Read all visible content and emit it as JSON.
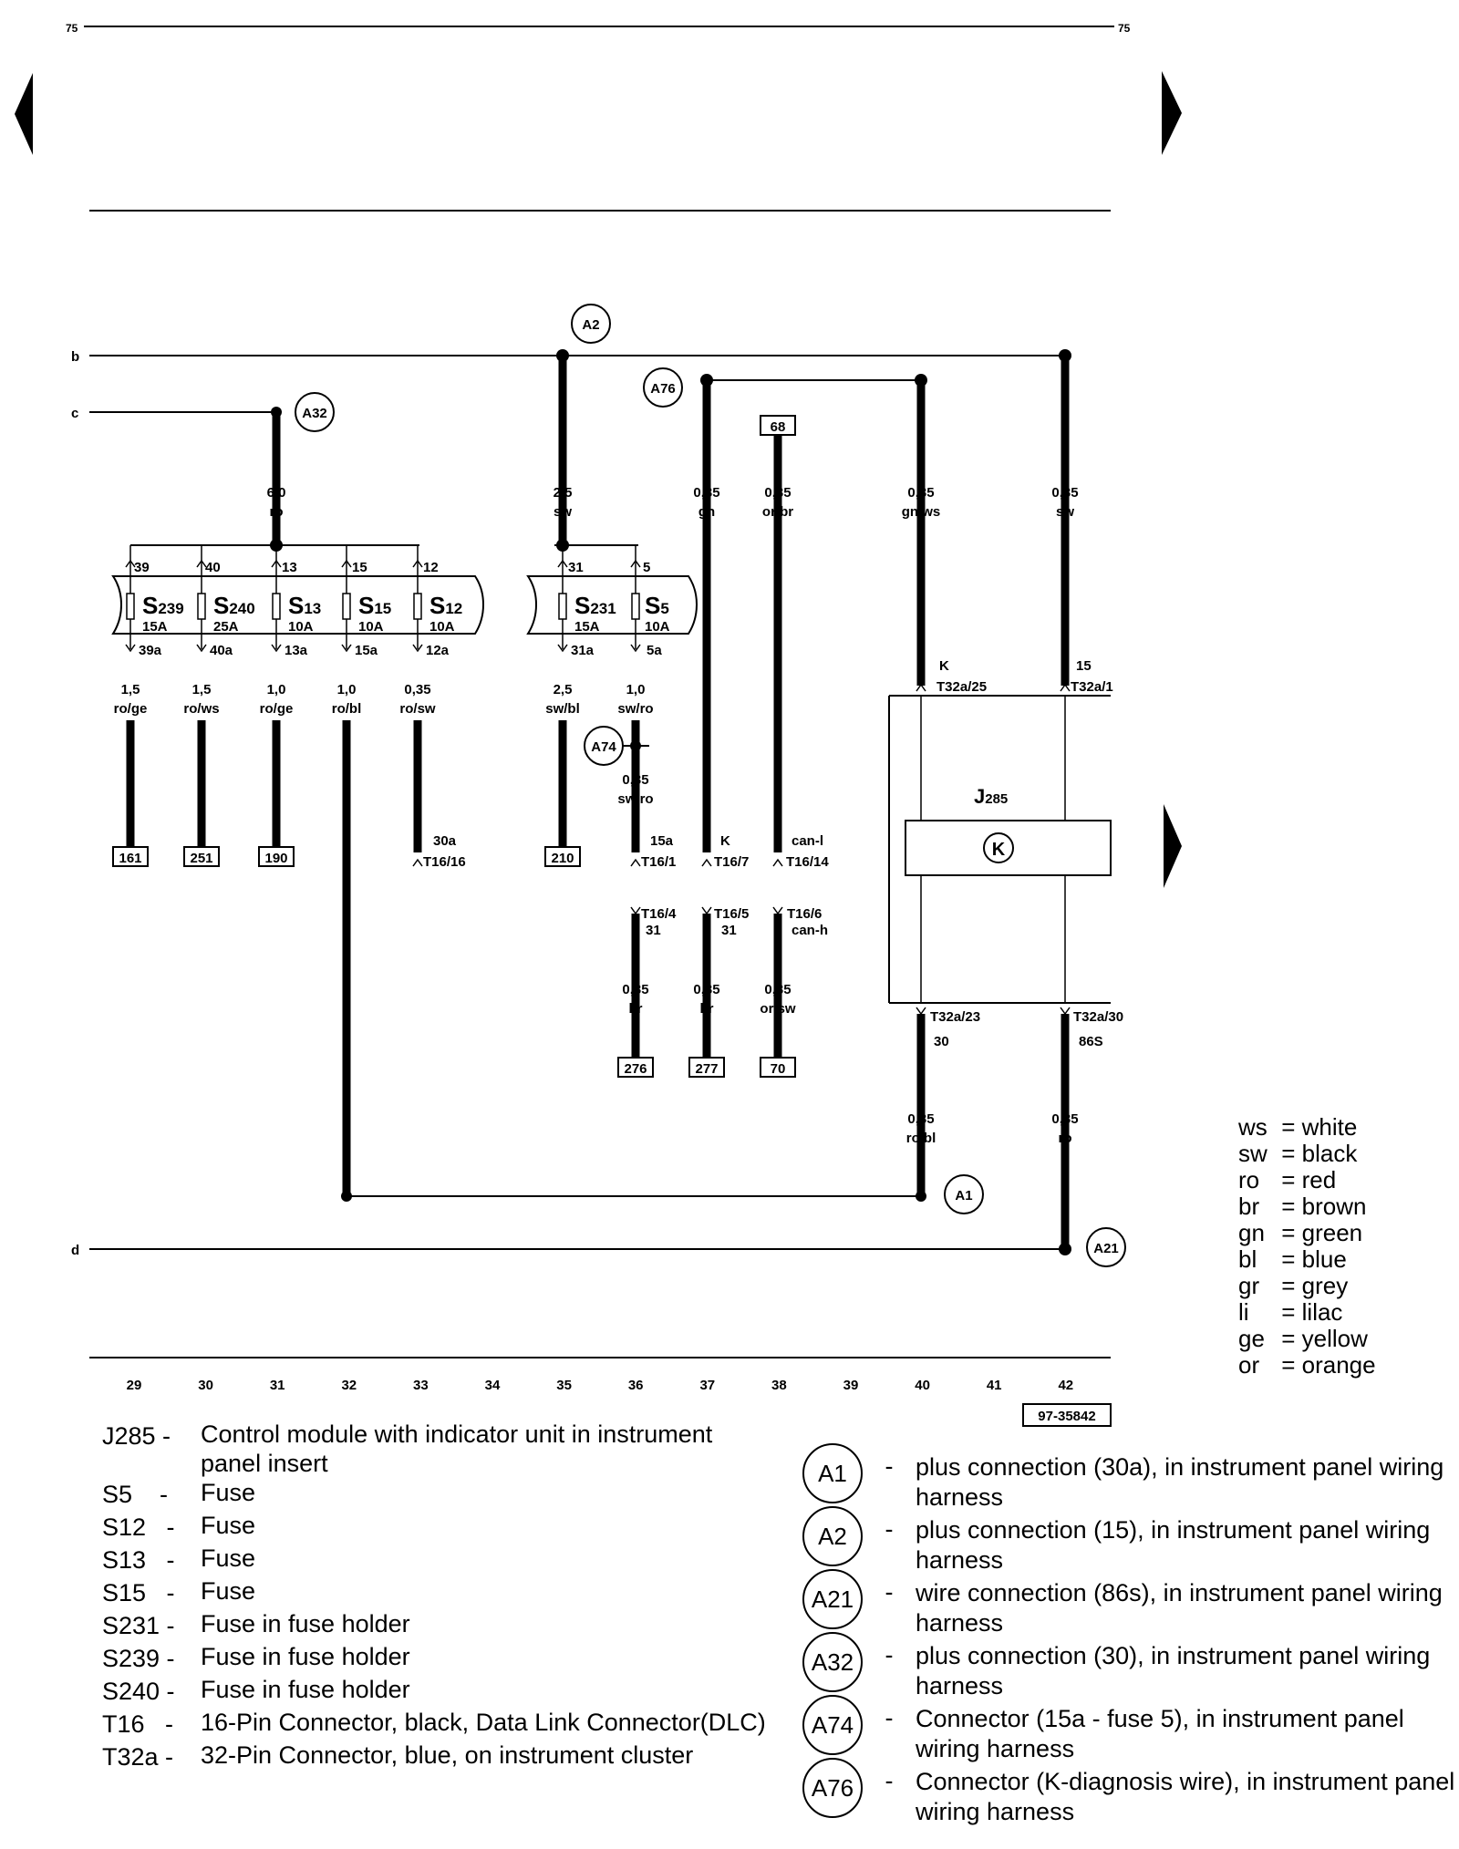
{
  "page": {
    "number_left": "75",
    "number_right": "75",
    "ref": "97-35842"
  },
  "lines": {
    "b": "b",
    "c": "c",
    "d": "d"
  },
  "grid_numbers": [
    "29",
    "30",
    "31",
    "32",
    "33",
    "34",
    "35",
    "36",
    "37",
    "38",
    "39",
    "40",
    "41",
    "42"
  ],
  "fuses": [
    {
      "name": "S",
      "sub": "239",
      "amp": "15A",
      "in": "39",
      "out": "39a",
      "size": "1,5",
      "color": "ro/ge",
      "dest": "161"
    },
    {
      "name": "S",
      "sub": "240",
      "amp": "25A",
      "in": "40",
      "out": "40a",
      "size": "1,5",
      "color": "ro/ws",
      "dest": "251"
    },
    {
      "name": "S",
      "sub": "13",
      "amp": "10A",
      "in": "13",
      "out": "13a",
      "size": "1,0",
      "color": "ro/ge",
      "dest": "190"
    },
    {
      "name": "S",
      "sub": "15",
      "amp": "10A",
      "in": "15",
      "out": "15a",
      "size": "1,0",
      "color": "ro/bl"
    },
    {
      "name": "S",
      "sub": "12",
      "amp": "10A",
      "in": "12",
      "out": "12a",
      "size": "0,35",
      "color": "ro/sw",
      "pin1": "30a",
      "pin2": "T16/16"
    },
    {
      "name": "S",
      "sub": "231",
      "amp": "15A",
      "in": "31",
      "out": "31a",
      "size": "2,5",
      "color": "sw/bl",
      "dest": "210"
    },
    {
      "name": "S",
      "sub": "5",
      "amp": "10A",
      "in": "5",
      "out": "5a",
      "size": "1,0",
      "color": "sw/ro"
    }
  ],
  "wires": {
    "c_feed": {
      "size": "6,0",
      "color": "ro"
    },
    "b_feed": {
      "size": "2,5",
      "color": "sw"
    },
    "gn": {
      "size": "0,35",
      "color": "gn"
    },
    "orbr": {
      "size": "0,35",
      "color": "or/br",
      "src": "68"
    },
    "gnws": {
      "size": "0,35",
      "color": "gn/ws"
    },
    "sw42": {
      "size": "0,35",
      "color": "sw"
    },
    "swro": {
      "size": "0,35",
      "color": "sw/ro"
    },
    "robl40": {
      "size": "0,35",
      "color": "ro/bl"
    },
    "ro42": {
      "size": "0,35",
      "color": "ro"
    },
    "br36": {
      "size": "0,35",
      "color": "br",
      "dest": "276"
    },
    "br37": {
      "size": "0,35",
      "color": "br",
      "dest": "277"
    },
    "orsw": {
      "size": "0,35",
      "color": "or/sw",
      "dest": "70"
    }
  },
  "connector_pins": {
    "p36a": "15a",
    "p36b": "T16/1",
    "p37a": "K",
    "p37b": "T16/7",
    "p38a": "can-l",
    "p38b": "T16/14",
    "p36c": "T16/4",
    "p36d": "31",
    "p37c": "T16/5",
    "p37d": "31",
    "p38c": "T16/6",
    "p38d": "can-h",
    "j_k_a": "K",
    "j_k_b": "T32a/25",
    "j_15_a": "15",
    "j_15_b": "T32a/1",
    "j_30_a": "T32a/23",
    "j_30_b": "30",
    "j_86_a": "T32a/30",
    "j_86_b": "86S"
  },
  "module": {
    "name": "J",
    "sub": "285",
    "symbol": "K"
  },
  "nodes": {
    "A2": "A2",
    "A32": "A32",
    "A76": "A76",
    "A74": "A74",
    "A1": "A1",
    "A21": "A21"
  },
  "color_legend": [
    {
      "code": "ws",
      "name": "white"
    },
    {
      "code": "sw",
      "name": "black"
    },
    {
      "code": "ro",
      "name": "red"
    },
    {
      "code": "br",
      "name": "brown"
    },
    {
      "code": "gn",
      "name": "green"
    },
    {
      "code": "bl",
      "name": "blue"
    },
    {
      "code": "gr",
      "name": "grey"
    },
    {
      "code": "li",
      "name": "lilac"
    },
    {
      "code": "ge",
      "name": "yellow"
    },
    {
      "code": "or",
      "name": "orange"
    }
  ],
  "components": [
    {
      "code": "J285 -",
      "desc": "Control module with indicator unit in instrument panel insert"
    },
    {
      "code": "S5    -",
      "desc": "Fuse"
    },
    {
      "code": "S12   -",
      "desc": "Fuse"
    },
    {
      "code": "S13   -",
      "desc": "Fuse"
    },
    {
      "code": "S15   -",
      "desc": "Fuse"
    },
    {
      "code": "S231 -",
      "desc": "Fuse in fuse holder"
    },
    {
      "code": "S239 -",
      "desc": "Fuse in fuse holder"
    },
    {
      "code": "S240 -",
      "desc": "Fuse in fuse holder"
    },
    {
      "code": "T16   -",
      "desc": "16-Pin Connector, black, Data Link Connector(DLC)"
    },
    {
      "code": "T32a -",
      "desc": "32-Pin Connector, blue, on instrument cluster"
    }
  ],
  "connections": [
    {
      "code": "A1",
      "desc": "plus connection (30a), in instrument panel wiring harness"
    },
    {
      "code": "A2",
      "desc": "plus connection (15), in instrument panel wiring harness"
    },
    {
      "code": "A21",
      "desc": "wire connection (86s), in instrument panel wiring harness"
    },
    {
      "code": "A32",
      "desc": "plus connection (30), in instrument panel wiring harness"
    },
    {
      "code": "A74",
      "desc": "Connector (15a - fuse 5), in instrument panel wiring harness"
    },
    {
      "code": "A76",
      "desc": "Connector (K-diagnosis wire), in instrument panel wiring harness"
    }
  ]
}
